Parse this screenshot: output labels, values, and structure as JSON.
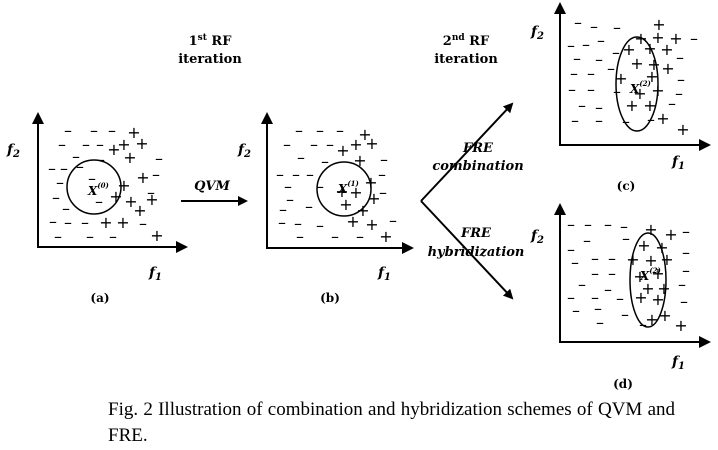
{
  "iterations": {
    "first": {
      "ord": "1",
      "sup": "st",
      "rf": " RF",
      "word": "iteration"
    },
    "second": {
      "ord": "2",
      "sup": "nd",
      "rf": " RF",
      "word": "iteration"
    }
  },
  "arrows": {
    "qvm": "QVM",
    "combination": {
      "line1": "FRE",
      "line2": "combination"
    },
    "hybridization": {
      "line1": "FRE",
      "line2": "hybridization"
    }
  },
  "axes": {
    "x": "f",
    "x_sub": "1",
    "y": "f",
    "y_sub": "2"
  },
  "panels": {
    "a": {
      "label": "(a)",
      "point": "X",
      "sup": "(0)"
    },
    "b": {
      "label": "(b)",
      "point": "X",
      "sup": "(1)"
    },
    "c": {
      "label": "(c)",
      "point": "X",
      "sup": "(2)"
    },
    "d": {
      "label": "(d)",
      "point": "X",
      "sup": "(2)"
    }
  },
  "symbols": {
    "positive": "+",
    "negative": "–"
  },
  "caption": "Fig. 2 Illustration of combination and hybridization schemes of QVM and FRE."
}
